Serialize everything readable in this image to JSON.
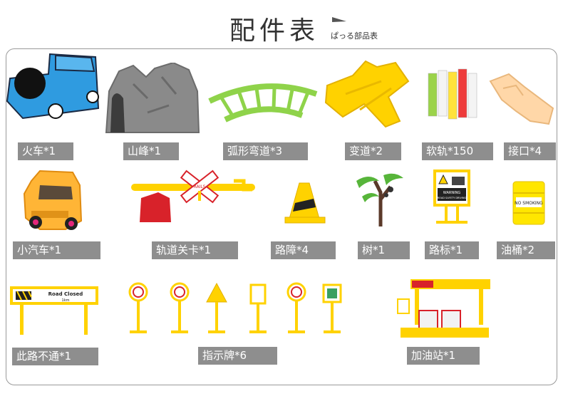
{
  "header": {
    "title": "配件表",
    "subtitle": "ぱっる部品表"
  },
  "items": [
    {
      "label": "火车*1",
      "icon": "train-icon"
    },
    {
      "label": "山峰*1",
      "icon": "mountain-tunnel-icon"
    },
    {
      "label": "弧形弯道*3",
      "icon": "curved-track-icon"
    },
    {
      "label": "变道*2",
      "icon": "track-switch-icon"
    },
    {
      "label": "软轨*150",
      "icon": "soft-track-pieces-icon"
    },
    {
      "label": "接口*4",
      "icon": "track-connector-icon"
    },
    {
      "label": "小汽车*1",
      "icon": "jeep-car-icon"
    },
    {
      "label": "轨道关卡*1",
      "icon": "railroad-crossing-gate-icon"
    },
    {
      "label": "路障*4",
      "icon": "traffic-cone-icon"
    },
    {
      "label": "树*1",
      "icon": "tree-icon"
    },
    {
      "label": "路标*1",
      "icon": "road-sign-icon"
    },
    {
      "label": "油桶*2",
      "icon": "oil-barrel-icon"
    },
    {
      "label": "此路不通*1",
      "icon": "road-closed-sign-icon"
    },
    {
      "label": "指示牌*6",
      "icon": "signposts-icon"
    },
    {
      "label": "加油站*1",
      "icon": "gas-station-icon"
    }
  ],
  "sign_texts": {
    "road_closed": "Road Closed",
    "road_closed_sub": "1km",
    "warning": "WARNING",
    "road_safety": "ROAD SAFETY DRIVING",
    "barrel": "NO SMOKING",
    "rails": "RAILS"
  },
  "colors": {
    "label_bg": "#8e8e8e",
    "train_blue": "#2f9be0",
    "track_green": "#8fd34a",
    "track_yellow": "#ffd200",
    "accent_red": "#d8222a"
  }
}
